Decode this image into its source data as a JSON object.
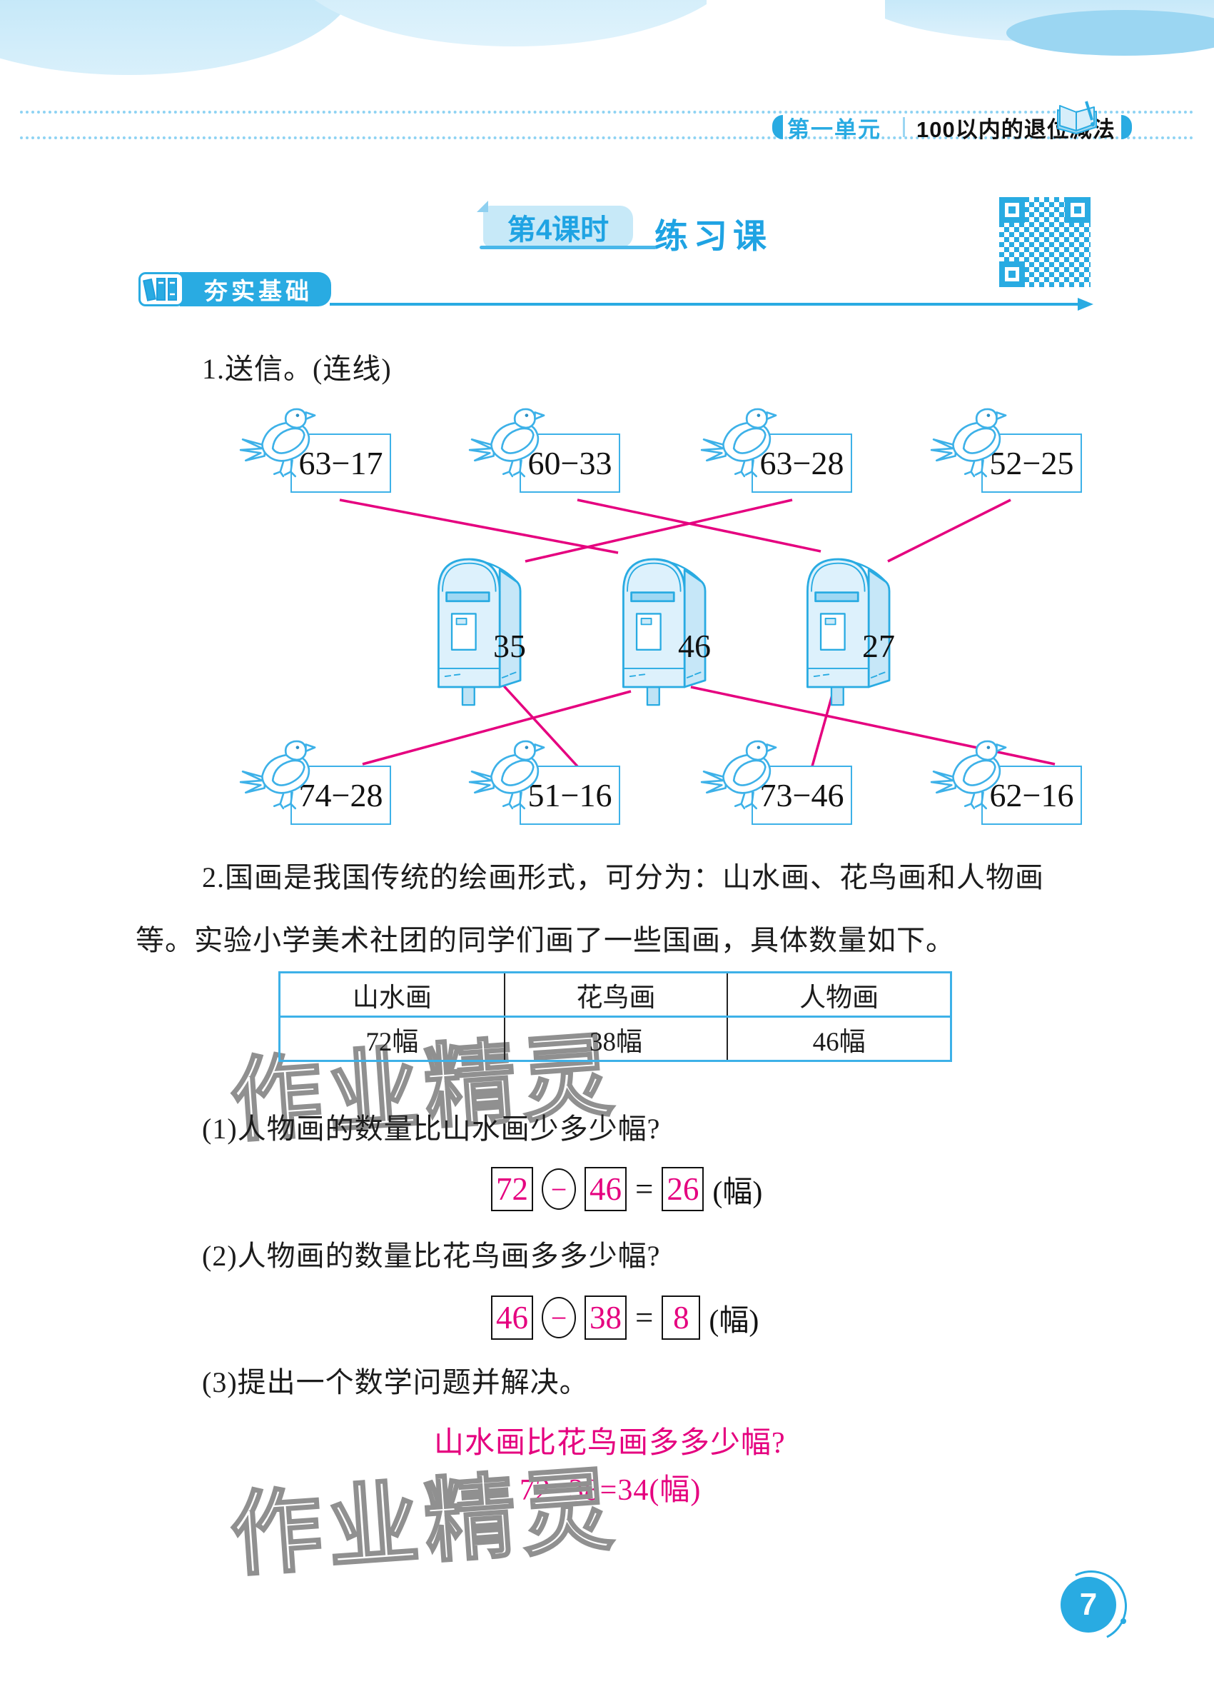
{
  "header": {
    "unit_label": "第一单元",
    "unit_title": "100以内的退位减法"
  },
  "lesson": {
    "badge": "第4课时",
    "title": "练习课"
  },
  "section": {
    "badge": "夯实基础"
  },
  "problem1": {
    "title": "1.送信。(连线)",
    "top_cards": [
      "63−17",
      "60−33",
      "63−28",
      "52−25"
    ],
    "mailboxes": [
      "35",
      "46",
      "27"
    ],
    "bottom_cards": [
      "74−28",
      "51−16",
      "73−46",
      "62−16"
    ],
    "connections": [
      {
        "expression": "63−17",
        "mailbox": "46"
      },
      {
        "expression": "60−33",
        "mailbox": "27"
      },
      {
        "expression": "63−28",
        "mailbox": "35"
      },
      {
        "expression": "52−25",
        "mailbox": "27"
      },
      {
        "expression": "74−28",
        "mailbox": "46"
      },
      {
        "expression": "51−16",
        "mailbox": "35"
      },
      {
        "expression": "73−46",
        "mailbox": "27"
      },
      {
        "expression": "62−16",
        "mailbox": "46"
      }
    ]
  },
  "problem2": {
    "intro_line1": "2.国画是我国传统的绘画形式，可分为：山水画、花鸟画和人物画",
    "intro_line2": "等。实验小学美术社团的同学们画了一些国画，具体数量如下。",
    "table": {
      "headers": [
        "山水画",
        "花鸟画",
        "人物画"
      ],
      "values": [
        "72幅",
        "38幅",
        "46幅"
      ]
    },
    "q1": {
      "text": "(1)人物画的数量比山水画少多少幅?",
      "minuend": "72",
      "operator": "−",
      "subtrahend": "46",
      "equals": "=",
      "result": "26",
      "unit": "(幅)"
    },
    "q2": {
      "text": "(2)人物画的数量比花鸟画多多少幅?",
      "minuend": "46",
      "operator": "−",
      "subtrahend": "38",
      "equals": "=",
      "result": "8",
      "unit": "(幅)"
    },
    "q3": {
      "text": "(3)提出一个数学问题并解决。",
      "answer_question": "山水画比花鸟画多多少幅?",
      "answer_equation": "72−38=34(幅)"
    }
  },
  "watermark": "作业精灵",
  "page_number": "7",
  "colors": {
    "brand_blue": "#29abe2",
    "answer_pink": "#e5007f"
  }
}
